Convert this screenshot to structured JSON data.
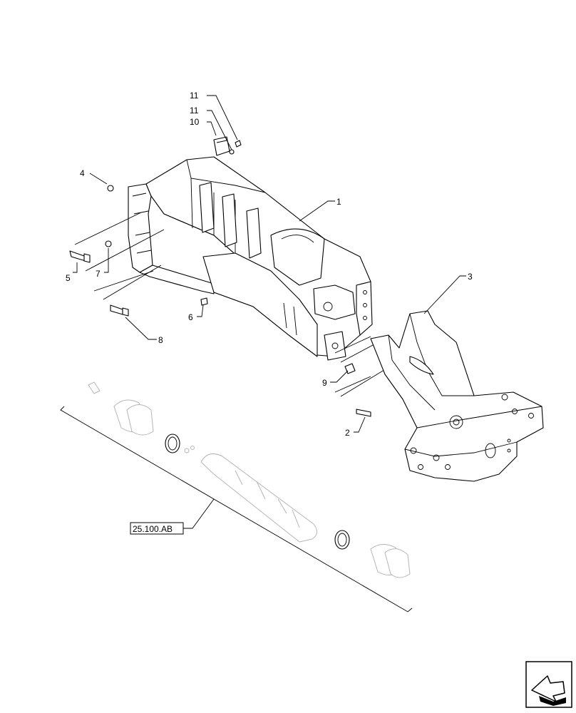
{
  "callouts": {
    "c1": "1",
    "c2": "2",
    "c3": "3",
    "c4": "4",
    "c5": "5",
    "c6": "6",
    "c7": "7",
    "c8": "8",
    "c9": "9",
    "c10": "10",
    "c11a": "11",
    "c11b": "11"
  },
  "reference": {
    "label": "25.100.AB"
  },
  "icons": {
    "nav": "arrow-nav-icon"
  }
}
